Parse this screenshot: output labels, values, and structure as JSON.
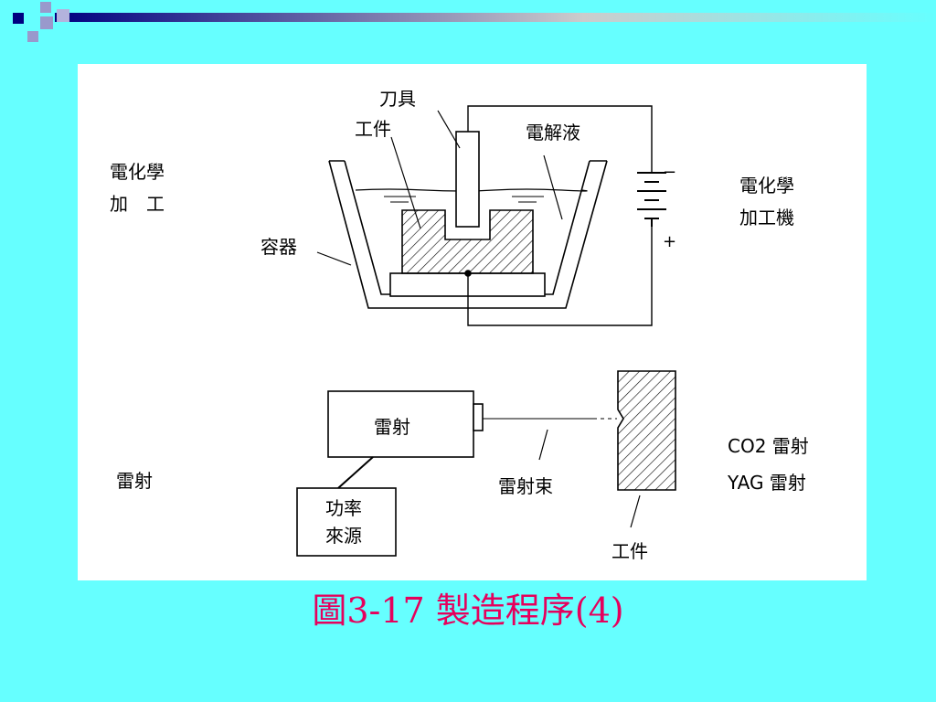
{
  "caption": "圖3-17 製造程序(4)",
  "colors": {
    "background": "#66ffff",
    "caption": "#e6005c",
    "deco_dark": "#000080",
    "deco_light": "#9999cc"
  },
  "section_top": {
    "left_label": [
      "電化學",
      "加　工"
    ],
    "right_label": [
      "電化學",
      "加工機"
    ],
    "tool_label": "刀具",
    "workpiece_label": "工件",
    "electrolyte_label": "電解液",
    "container_label": "容器",
    "minus": "−",
    "plus": "+"
  },
  "section_bottom": {
    "left_label": "雷射",
    "laser_label": "雷射",
    "power_label": [
      "功率",
      "來源"
    ],
    "beam_label": "雷射束",
    "workpiece_label": "工件",
    "right_label": [
      "CO2 雷射",
      "YAG 雷射"
    ]
  }
}
